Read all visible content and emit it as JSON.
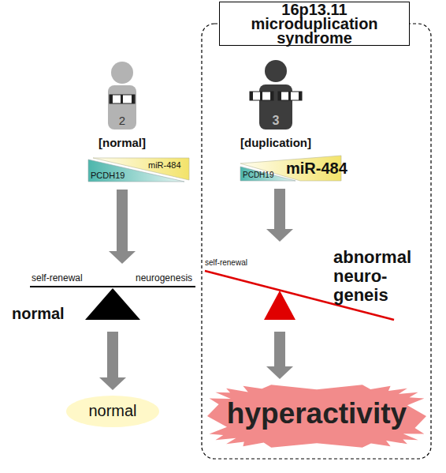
{
  "diagram": {
    "nodes": [
      {
        "text": [
          "16p13.11 microduplication syndrome"
        ]
      },
      {
        "text": [
          "2",
          "[normal]"
        ]
      },
      {
        "text": [
          "3",
          "[duplication]"
        ],
        "in": 0
      },
      {
        "text": [
          "PCDH19",
          "miR-484"
        ]
      },
      {
        "text": [
          "PCDH19",
          "miR-484"
        ],
        "in": 0
      },
      {
        "text": [
          "self-renewal",
          "neurogenesis",
          "normal"
        ]
      },
      {
        "text": [
          "self-renewal",
          "abnormal neuro-geneis"
        ],
        "in": 0
      },
      {
        "text": [
          "normal"
        ]
      },
      {
        "text": [
          "hyperactivity"
        ],
        "in": 0
      }
    ],
    "edges": [
      {
        "from": 3,
        "to": 5,
        "arrow": "to"
      },
      {
        "from": 5,
        "to": 7,
        "arrow": "to"
      },
      {
        "from": 4,
        "to": 6,
        "arrow": "to"
      },
      {
        "from": 6,
        "to": 8,
        "arrow": "to"
      }
    ]
  }
}
